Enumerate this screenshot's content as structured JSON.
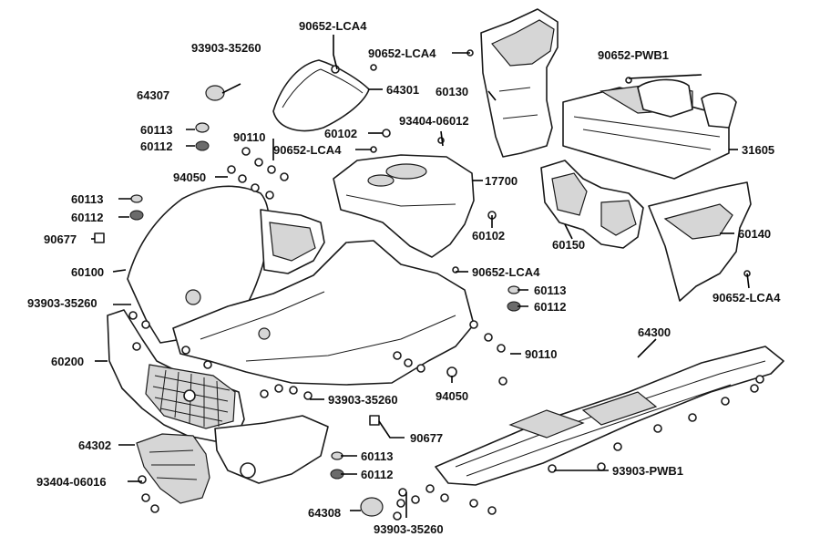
{
  "labels": {
    "l_90652_lca4_top": "90652-LCA4",
    "l_93903_35260_top": "93903-35260",
    "l_90652_lca4_b": "90652-LCA4",
    "l_90652_pwb1": "90652-PWB1",
    "l_64307": "64307",
    "l_64301": "64301",
    "l_60130": "60130",
    "l_60113_a": "60113",
    "l_60112_a": "60112",
    "l_90110_a": "90110",
    "l_60102_a": "60102",
    "l_93404_06012": "93404-06012",
    "l_90652_lca4_c": "90652-LCA4",
    "l_31605": "31605",
    "l_94050_a": "94050",
    "l_17700": "17700",
    "l_60113_b": "60113",
    "l_60112_b": "60112",
    "l_60102_b": "60102",
    "l_90677_a": "90677",
    "l_60150": "60150",
    "l_60140": "60140",
    "l_60100": "60100",
    "l_90652_lca4_d": "90652-LCA4",
    "l_60113_c": "60113",
    "l_60112_c": "60112",
    "l_93903_35260_b": "93903-35260",
    "l_90652_lca4_e": "90652-LCA4",
    "l_64300": "64300",
    "l_60200": "60200",
    "l_90110_b": "90110",
    "l_93903_35260_c": "93903-35260",
    "l_94050_b": "94050",
    "l_90677_b": "90677",
    "l_64302": "64302",
    "l_60113_d": "60113",
    "l_60112_d": "60112",
    "l_93404_06016": "93404-06016",
    "l_93903_pwb1": "93903-PWB1",
    "l_64308": "64308",
    "l_93903_35260_d": "93903-35260"
  }
}
